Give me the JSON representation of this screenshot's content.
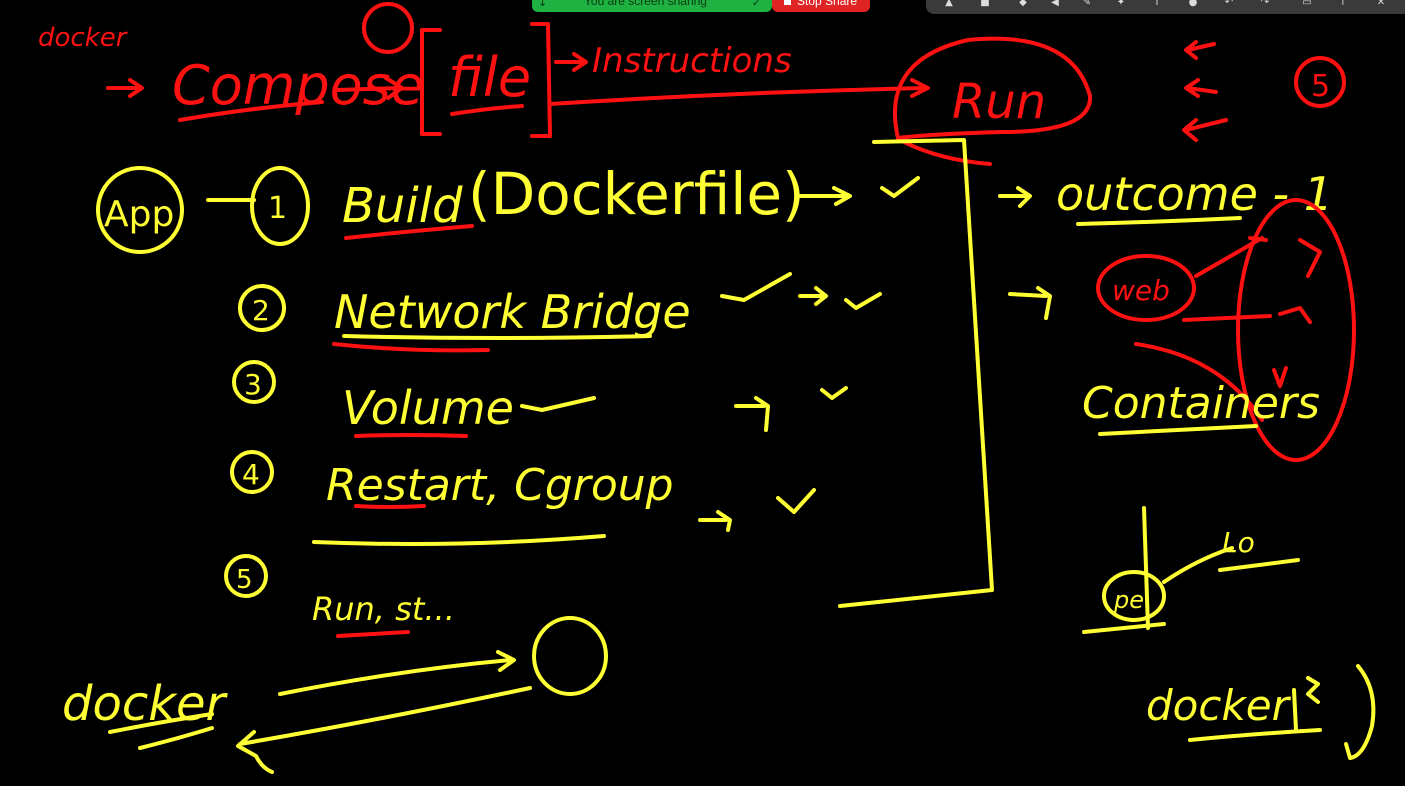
{
  "share_bar": {
    "status_text": "You are screen sharing",
    "stop_label": "Stop Share",
    "status_color": "#1fb141",
    "stop_color": "#e02424"
  },
  "annotation_toolbar": {
    "tools": [
      "mouse-icon",
      "select-icon",
      "text-icon",
      "draw-icon",
      "stamp-icon",
      "spotlight-icon",
      "eraser-icon",
      "format-icon",
      "undo-icon",
      "redo-icon",
      "clear-icon",
      "save-icon",
      "close-icon"
    ]
  },
  "whiteboard": {
    "ink_colors": {
      "yellow": "#ffff33",
      "red": "#ff1111"
    },
    "red_notes": {
      "docker": "docker",
      "compose": "Compose",
      "file": "file",
      "instructions": "Instructions",
      "run": "Run",
      "web": "web",
      "step_5": "5"
    },
    "yellow_notes": {
      "app": "App",
      "step1_num": "1",
      "step1_label": "Build",
      "step1_detail": "(Dockerfile)",
      "step2_num": "2",
      "step2_label": "Network Bridge",
      "step3_num": "3",
      "step3_label": "Volume",
      "step4_num": "4",
      "step4_label": "Restart, Cgroup",
      "step5_num": "5",
      "step5_label": "Run, st...",
      "outcome": "outcome - 1",
      "containers": "Containers",
      "pe": "pe",
      "lo": "Lo",
      "docker_left": "docker",
      "docker_right": "docker"
    }
  }
}
